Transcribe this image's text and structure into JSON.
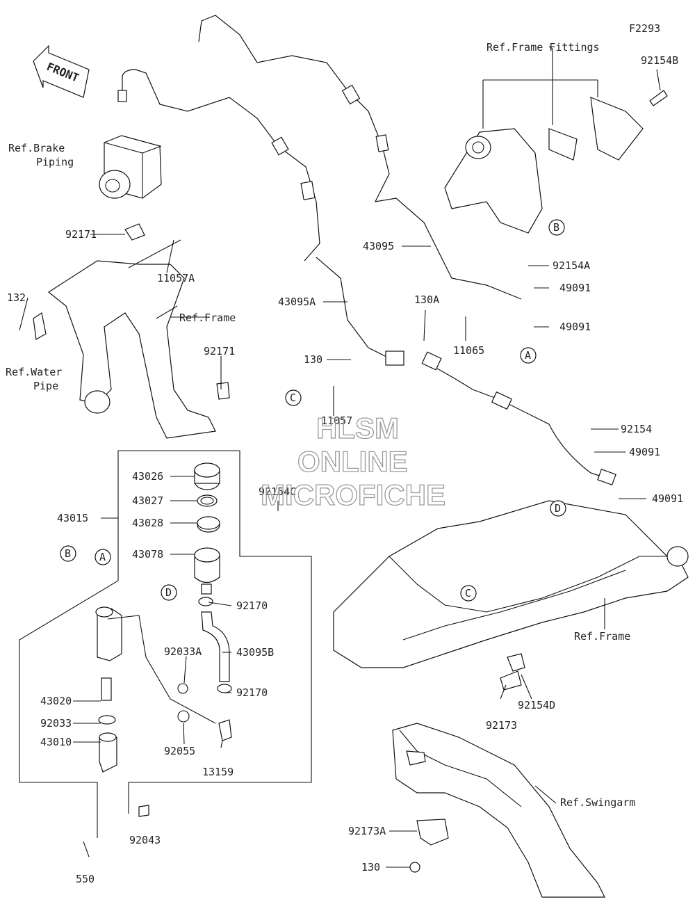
{
  "figure_code": "F2293",
  "front_label": "FRONT",
  "watermark": {
    "line1": "HLSM",
    "line2": "ONLINE",
    "line3": "MICROFICHE"
  },
  "reference_labels": {
    "brake_piping": "Ref.Brake\nPiping",
    "frame_fittings": "Ref.Frame Fittings",
    "frame_upper": "Ref.Frame",
    "water_pipe": "Ref.Water\nPipe",
    "frame_lower": "Ref.Frame",
    "swingarm": "Ref.Swingarm"
  },
  "callouts": {
    "a": "A",
    "b": "B",
    "c": "C",
    "d": "D"
  },
  "part_numbers": {
    "p92154B": "92154B",
    "p92154A": "92154A",
    "p49091_1": "49091",
    "p49091_2": "49091",
    "p43095": "43095",
    "p92171_1": "92171",
    "p11057A": "11057A",
    "p132": "132",
    "p92171_2": "92171",
    "p43095A": "43095A",
    "p130A": "130A",
    "p11065": "11065",
    "p130_1": "130",
    "p11057": "11057",
    "p92154": "92154",
    "p49091_3": "49091",
    "p49091_4": "49091",
    "p92154C": "92154C",
    "p43026": "43026",
    "p43027": "43027",
    "p43028": "43028",
    "p43015": "43015",
    "p43078": "43078",
    "p92170_1": "92170",
    "p92033A": "92033A",
    "p43095B": "43095B",
    "p92170_2": "92170",
    "p43020": "43020",
    "p92033": "92033",
    "p43010": "43010",
    "p92055": "92055",
    "p13159": "13159",
    "p92043": "92043",
    "p550": "550",
    "p92173": "92173",
    "p92154D": "92154D",
    "p92173A": "92173A",
    "p130_2": "130"
  }
}
